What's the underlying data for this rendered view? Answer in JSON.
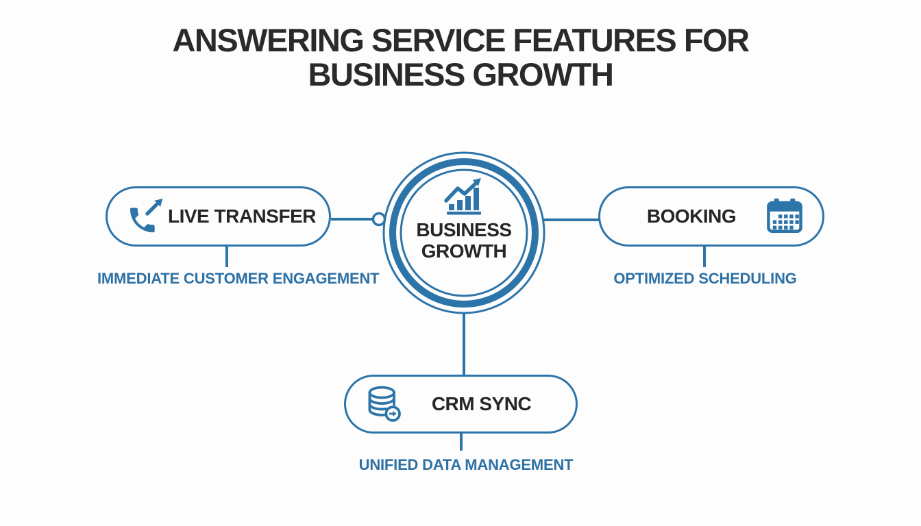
{
  "title": {
    "line1": "ANSWERING SERVICE FEATURES FOR",
    "line2": "BUSINESS GROWTH"
  },
  "center": {
    "icon": "growth-chart-icon",
    "label_line1": "BUSINESS",
    "label_line2": "GROWTH"
  },
  "nodes": [
    {
      "id": "live-transfer",
      "icon": "phone-transfer-icon",
      "label": "LIVE TRANSFER",
      "subtitle": "IMMEDIATE CUSTOMER ENGAGEMENT"
    },
    {
      "id": "booking",
      "icon": "calendar-icon",
      "label": "BOOKING",
      "subtitle": "OPTIMIZED SCHEDULING"
    },
    {
      "id": "crm-sync",
      "icon": "database-sync-icon",
      "label": "CRM SYNC",
      "subtitle": "UNIFIED DATA MANAGEMENT"
    }
  ],
  "colors": {
    "accent_blue": "#2d74a9",
    "subtitle_blue": "#2e71a5",
    "title_text": "#2a2a2a",
    "label_text": "#262626",
    "background": "#fdfdfd"
  }
}
